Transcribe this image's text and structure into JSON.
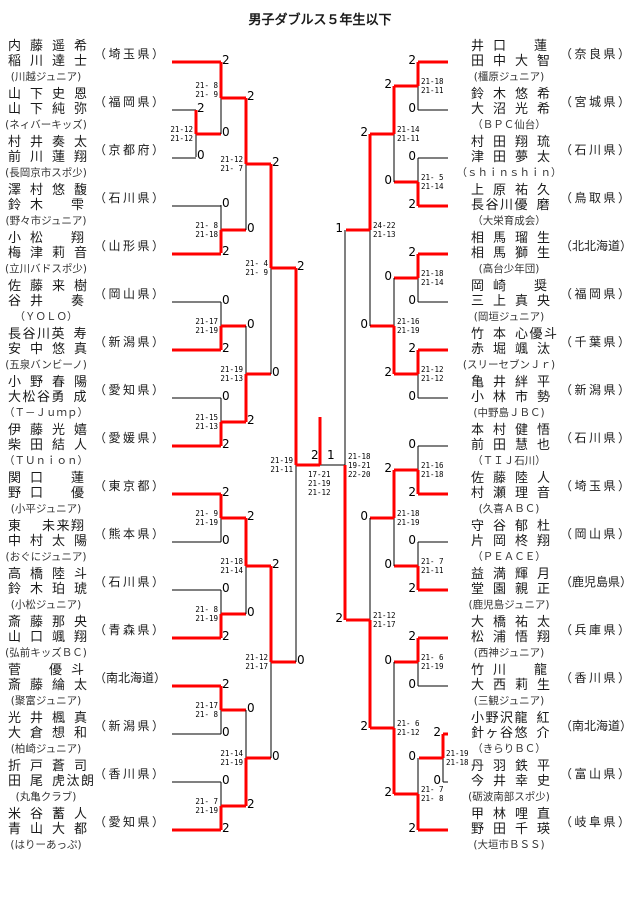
{
  "title": "男子ダブルス５年生以下",
  "colors": {
    "winner_line": "#ff0000",
    "line": "#000000"
  },
  "left_entries": [
    {
      "players": [
        "内藤 遥希",
        "稲川 達士"
      ],
      "club": "(川越ジュニア)",
      "prefecture": "（埼玉県）"
    },
    {
      "players": [
        "山下 史恩",
        "山下 純弥"
      ],
      "club": "(ネィバーキッズ)",
      "prefecture": "（福岡県）"
    },
    {
      "players": [
        "村井 奏太",
        "前川 蓮翔"
      ],
      "club": "(長岡京市スポ少)",
      "prefecture": "（京都府）"
    },
    {
      "players": [
        "澤村 悠馥",
        "鈴木 雫"
      ],
      "club": "(野々市ジュニア)",
      "prefecture": "（石川県）"
    },
    {
      "players": [
        "小松 翔",
        "梅津 莉音"
      ],
      "club": "(立川バドスポ少)",
      "prefecture": "（山形県）"
    },
    {
      "players": [
        "佐藤 来樹",
        "谷井 奏"
      ],
      "club": "（ＹＯＬＯ）",
      "prefecture": "（岡山県）"
    },
    {
      "players": [
        "長谷川 英寿",
        "安中 悠真"
      ],
      "club": "(五泉バンビーノ)",
      "prefecture": "（新潟県）"
    },
    {
      "players": [
        "小野 春陽",
        "大松谷 勇成"
      ],
      "club": "（Ｔ－Ｊｕｍｐ）",
      "prefecture": "（愛知県）"
    },
    {
      "players": [
        "伊藤 光嬉",
        "柴田 結人"
      ],
      "club": "（ＴＵｎｉｏｎ）",
      "prefecture": "（愛媛県）"
    },
    {
      "players": [
        "関口 蓮",
        "野口 優"
      ],
      "club": "(小平ジュニア)",
      "prefecture": "（東京都）"
    },
    {
      "players": [
        "東 未来翔",
        "中村 太陽"
      ],
      "club": "(おぐにジュニア)",
      "prefecture": "（熊本県）"
    },
    {
      "players": [
        "高橋 陸斗",
        "鈴木 珀琥"
      ],
      "club": "(小松ジュニア)",
      "prefecture": "（石川県）"
    },
    {
      "players": [
        "斎藤 那央",
        "山口 颯翔"
      ],
      "club": "(弘前キッズＢＣ)",
      "prefecture": "（青森県）"
    },
    {
      "players": [
        "菅 優斗",
        "斎藤 綸太"
      ],
      "club": "(聚富ジュニア)",
      "prefecture": "（南北海道）"
    },
    {
      "players": [
        "光井 楓真",
        "大倉 想和"
      ],
      "club": "(柏崎ジュニア)",
      "prefecture": "（新潟県）"
    },
    {
      "players": [
        "折戸 蒼司",
        "田尾 虎汰朗"
      ],
      "club": "(丸亀クラブ)",
      "prefecture": "（香川県）"
    },
    {
      "players": [
        "米谷 蓄人",
        "青山 大都"
      ],
      "club": "(はりーあっぷ)",
      "prefecture": "（愛知県）"
    }
  ],
  "right_entries": [
    {
      "players": [
        "井口 蓮",
        "田中 大智"
      ],
      "club": "(橿原ジュニア)",
      "prefecture": "（奈良県）"
    },
    {
      "players": [
        "鈴木 悠希",
        "大沼 光希"
      ],
      "club": "（ＢＰＣ仙台）",
      "prefecture": "（宮城県）"
    },
    {
      "players": [
        "村田 翔琉",
        "津田 夢太"
      ],
      "club": "（ｓｈｉｎｓｈｉｎ）",
      "prefecture": "（石川県）"
    },
    {
      "players": [
        "上原 祐久",
        "長谷川 優磨"
      ],
      "club": "（大栄育成会）",
      "prefecture": "（鳥取県）"
    },
    {
      "players": [
        "相馬 瑠生",
        "相馬 獅生"
      ],
      "club": "(高台少年団)",
      "prefecture": "（北北海道）"
    },
    {
      "players": [
        "岡崎 奨",
        "三上 真央"
      ],
      "club": "(岡垣ジュニア)",
      "prefecture": "（福岡県）"
    },
    {
      "players": [
        "竹本 心優斗",
        "赤堀 颯汰"
      ],
      "club": "(スリーセブンＪｒ)",
      "prefecture": "（千葉県）"
    },
    {
      "players": [
        "亀井 絆平",
        "小林 市勢"
      ],
      "club": "(中野島ＪＢＣ)",
      "prefecture": "（新潟県）"
    },
    {
      "players": [
        "本村 健悟",
        "前田 慧也"
      ],
      "club": "（ＴＩＪ石川）",
      "prefecture": "（石川県）"
    },
    {
      "players": [
        "佐藤 陸人",
        "村瀬 理音"
      ],
      "club": "(久喜ＡＢＣ)",
      "prefecture": "（埼玉県）"
    },
    {
      "players": [
        "守谷 郁杜",
        "片岡 柊翔"
      ],
      "club": "（ＰＥＡＣＥ）",
      "prefecture": "（岡山県）"
    },
    {
      "players": [
        "益満 輝月",
        "堂園 親正"
      ],
      "club": "(鹿児島ジュニア)",
      "prefecture": "（鹿児島県）"
    },
    {
      "players": [
        "大橋 祐太",
        "松浦 悟翔"
      ],
      "club": "(西神ジュニア)",
      "prefecture": "（兵庫県）"
    },
    {
      "players": [
        "竹川 龍",
        "大西 莉生"
      ],
      "club": "(三観ジュニア)",
      "prefecture": "（香川県）"
    },
    {
      "players": [
        "小野沢 龍紅",
        "針ヶ谷 悠介"
      ],
      "club": "（きらりＢＣ）",
      "prefecture": "（南北海道）"
    },
    {
      "players": [
        "丹羽 鉄平",
        "今井 幸史"
      ],
      "club": "(砺波南部スポ少)",
      "prefecture": "（富山県）"
    },
    {
      "players": [
        "甲林 哩直",
        "野田 千瑛"
      ],
      "club": "(大垣市ＢＳＳ)",
      "prefecture": "（岐阜県）"
    }
  ],
  "matches": {
    "L1": {
      "games": [
        "21-12",
        "21-12"
      ],
      "result": [
        "2",
        "0"
      ]
    },
    "L2": {
      "games": [
        "21- 8",
        "21- 9"
      ],
      "result": [
        "2",
        "0"
      ]
    },
    "L3": {
      "games": [
        "21- 8",
        "21-18"
      ],
      "result": [
        "0",
        "2"
      ]
    },
    "L4": {
      "games": [
        "21-12",
        "21- 7"
      ],
      "result": [
        "2",
        "0"
      ]
    },
    "L5": {
      "games": [
        "21-17",
        "21-19"
      ],
      "result": [
        "0",
        "2"
      ]
    },
    "L6": {
      "games": [
        "21-15",
        "21-13"
      ],
      "result": [
        "0",
        "2"
      ]
    },
    "L7": {
      "games": [
        "21-19",
        "21-13"
      ],
      "result": [
        "0",
        "2"
      ]
    },
    "L8": {
      "games": [
        "21- 4",
        "21- 9"
      ],
      "result": [
        "2",
        "0"
      ]
    },
    "L9": {
      "games": [
        "21- 9",
        "21-19"
      ],
      "result": [
        "2",
        "0"
      ]
    },
    "L10": {
      "games": [
        "21- 8",
        "21-19"
      ],
      "result": [
        "0",
        "2"
      ]
    },
    "L11": {
      "games": [
        "21-18",
        "21-14"
      ],
      "result": [
        "2",
        "0"
      ]
    },
    "L12": {
      "games": [
        "21-17",
        "21- 8"
      ],
      "result": [
        "2",
        "0"
      ]
    },
    "L13": {
      "games": [
        "21- 7",
        "21-19"
      ],
      "result": [
        "0",
        "2"
      ]
    },
    "L14": {
      "games": [
        "21-14",
        "21-19"
      ],
      "result": [
        "0",
        "2"
      ]
    },
    "L15": {
      "games": [
        "21-12",
        "21-17"
      ],
      "result": [
        "2",
        "0"
      ]
    },
    "L16": {
      "games": [
        "21-19",
        "21-11"
      ],
      "result": [
        "2",
        "0"
      ]
    },
    "R1": {
      "games": [
        "21-18",
        "21-11"
      ],
      "result": [
        "2",
        "0"
      ]
    },
    "R2": {
      "games": [
        "21- 5",
        "21-14"
      ],
      "result": [
        "0",
        "2"
      ]
    },
    "R3": {
      "games": [
        "21-14",
        "21-11"
      ],
      "result": [
        "2",
        "0"
      ]
    },
    "R4": {
      "games": [
        "21-18",
        "21-14"
      ],
      "result": [
        "2",
        "0"
      ]
    },
    "R5": {
      "games": [
        "21-12",
        "21-12"
      ],
      "result": [
        "2",
        "0"
      ]
    },
    "R6": {
      "games": [
        "21-16",
        "21-19"
      ],
      "result": [
        "0",
        "2"
      ]
    },
    "R7": {
      "games": [
        "24-22",
        "21-13"
      ],
      "result": [
        "2",
        "0"
      ]
    },
    "R8": {
      "games": [
        "21-16",
        "21-18"
      ],
      "result": [
        "0",
        "2"
      ]
    },
    "R9": {
      "games": [
        "21- 7",
        "21-11"
      ],
      "result": [
        "0",
        "2"
      ]
    },
    "R10": {
      "games": [
        "21-18",
        "21-19"
      ],
      "result": [
        "2",
        "0"
      ]
    },
    "R11": {
      "games": [
        "21- 6",
        "21-19"
      ],
      "result": [
        "2",
        "0"
      ]
    },
    "R12": {
      "games": [
        "21-19",
        "21-18"
      ],
      "result": [
        "2",
        "0"
      ]
    },
    "R13": {
      "games": [
        "21- 7",
        "21- 8"
      ],
      "result": [
        "0",
        "2"
      ]
    },
    "R14": {
      "games": [
        "21- 6",
        "21-12"
      ],
      "result": [
        "0",
        "2"
      ]
    },
    "R15": {
      "games": [
        "21-12",
        "21-17"
      ],
      "result": [
        "0",
        "2"
      ]
    },
    "R16": {
      "games": [
        "21-18",
        "19-21",
        "22-20"
      ],
      "result": [
        "1",
        "2"
      ]
    },
    "F": {
      "games": [
        "17-21",
        "21-19",
        "21-12"
      ],
      "result": [
        "2",
        "1"
      ]
    }
  }
}
